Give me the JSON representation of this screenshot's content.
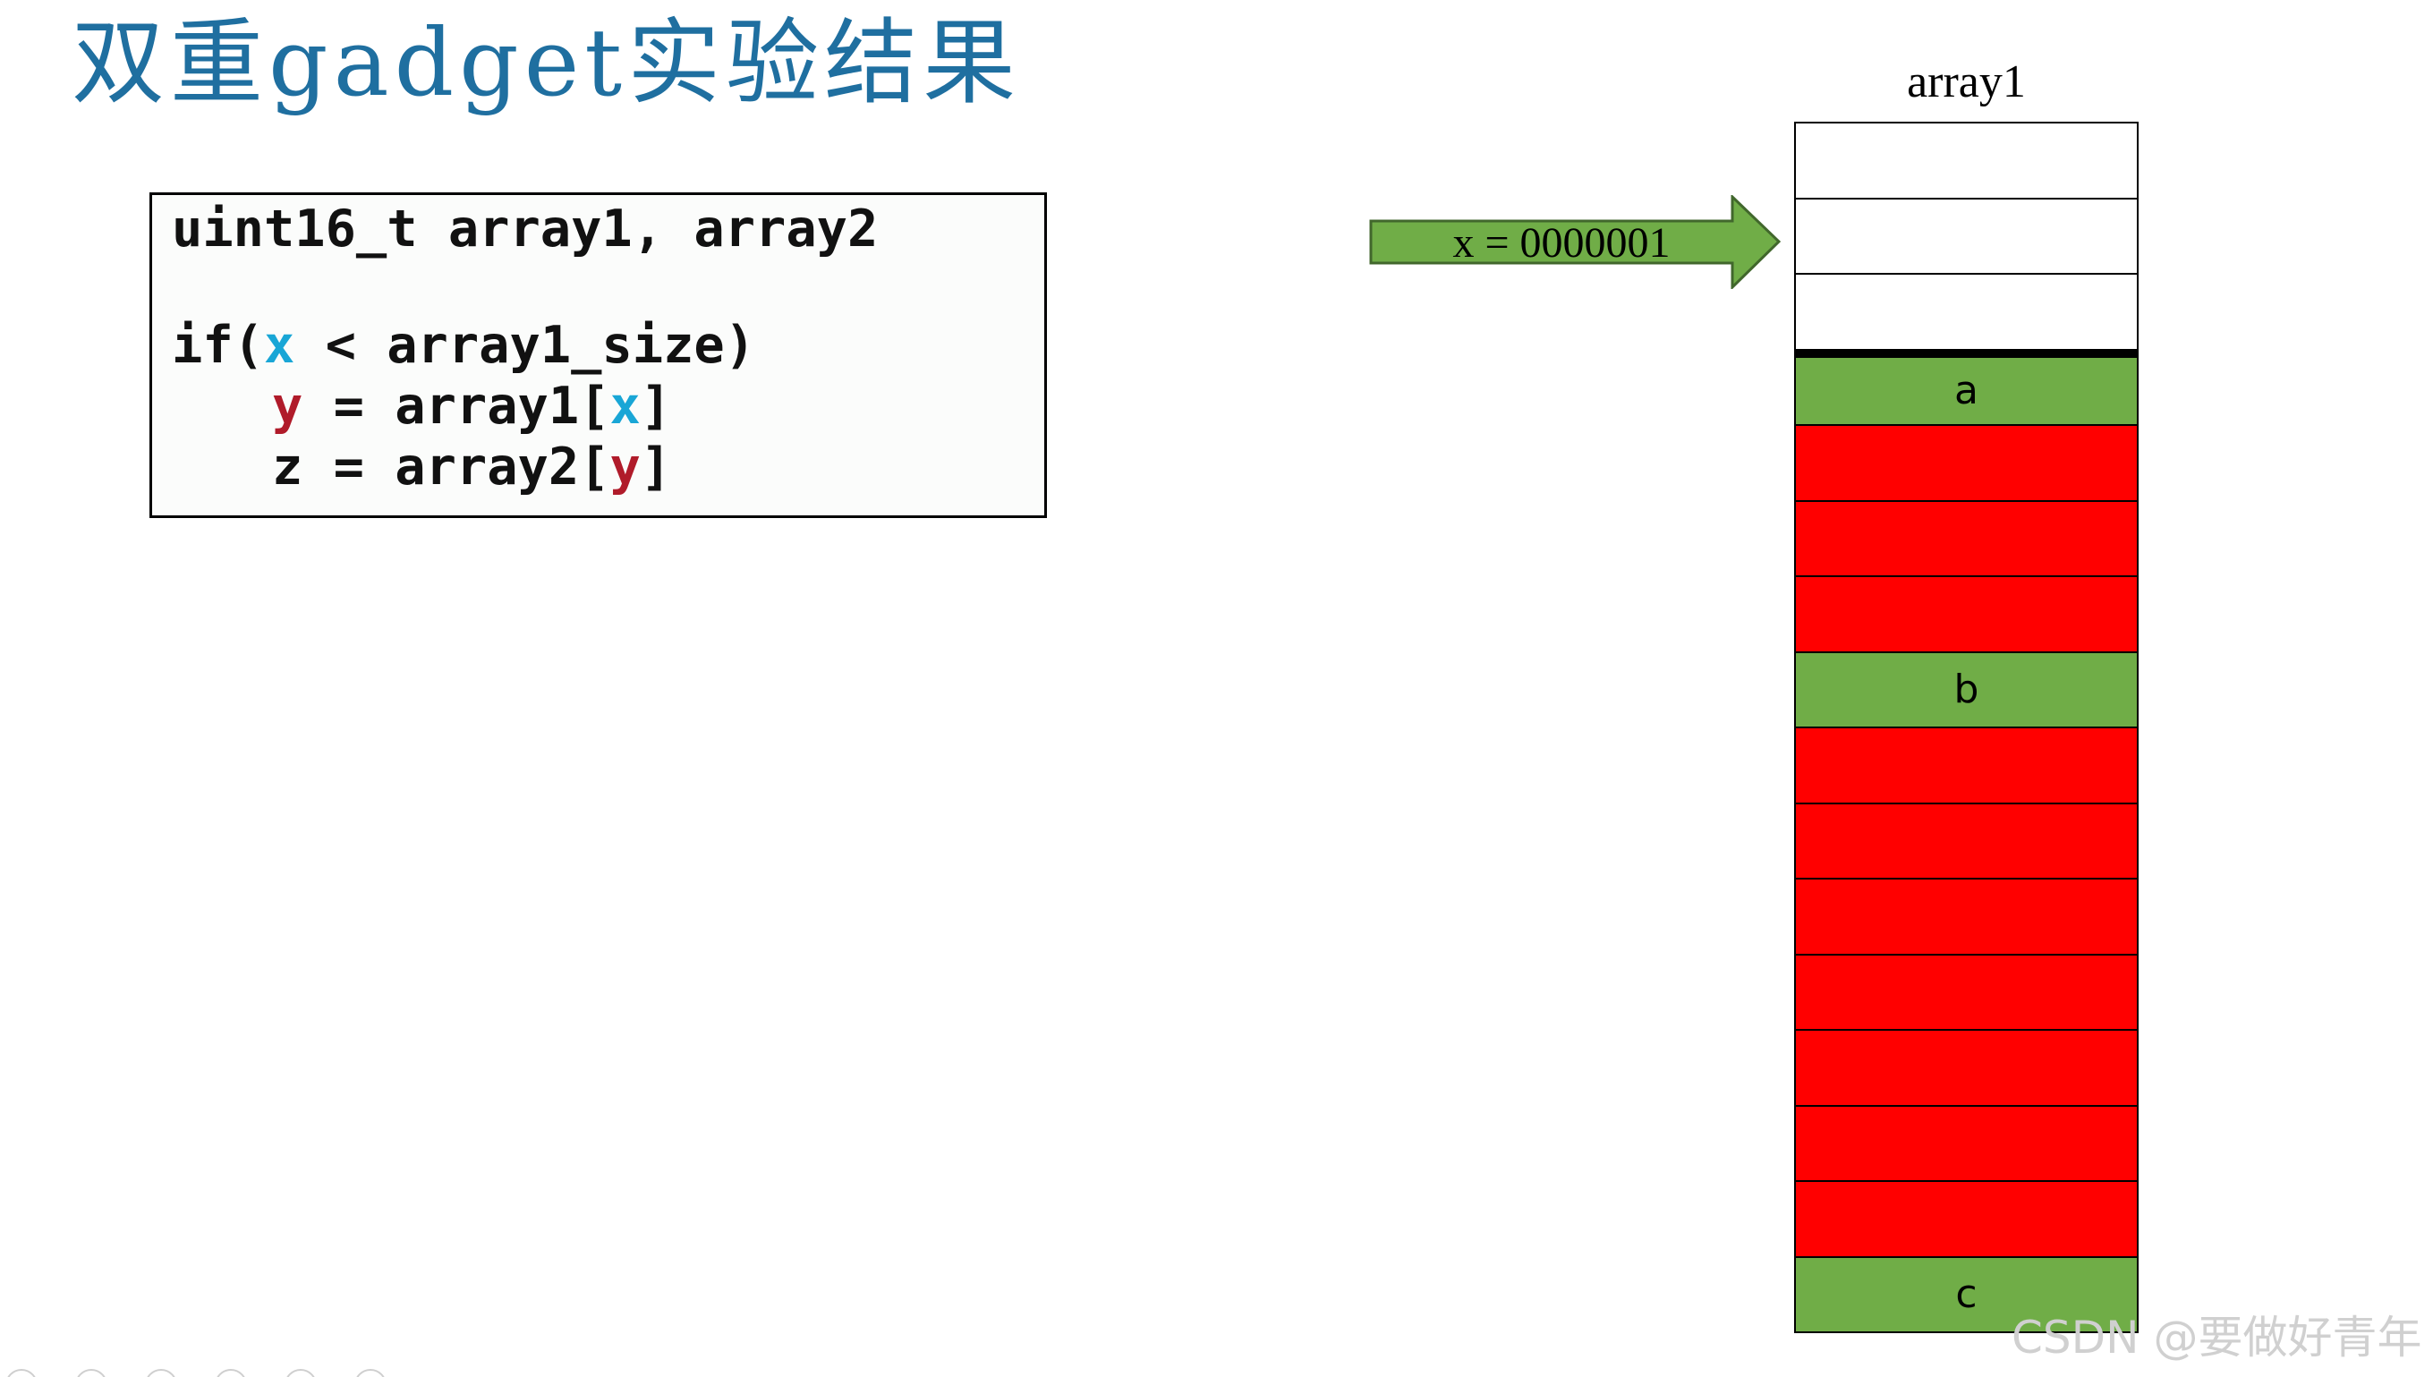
{
  "title": "双重gadget实验结果",
  "code": {
    "line1": "uint16_t array1, array2",
    "line2": {
      "prefix": "if(",
      "var": "x",
      "suffix": " < array1_size)"
    },
    "line3": {
      "var1": "y",
      "mid": " = array1[",
      "var2": "x",
      "end": "]"
    },
    "line4": {
      "prefix": "z = array2[",
      "var": "y",
      "end": "]"
    }
  },
  "pointer": {
    "label": "x = 0000001",
    "color": "#70ad47"
  },
  "array": {
    "title": "array1",
    "cells": [
      {
        "label": "",
        "state": "empty"
      },
      {
        "label": "",
        "state": "empty"
      },
      {
        "label": "",
        "state": "empty"
      },
      {
        "label": "a",
        "state": "green"
      },
      {
        "label": "",
        "state": "red"
      },
      {
        "label": "",
        "state": "red"
      },
      {
        "label": "",
        "state": "red"
      },
      {
        "label": "b",
        "state": "green"
      },
      {
        "label": "",
        "state": "red"
      },
      {
        "label": "",
        "state": "red"
      },
      {
        "label": "",
        "state": "red"
      },
      {
        "label": "",
        "state": "red"
      },
      {
        "label": "",
        "state": "red"
      },
      {
        "label": "",
        "state": "red"
      },
      {
        "label": "",
        "state": "red"
      },
      {
        "label": "c",
        "state": "green"
      }
    ]
  },
  "colors": {
    "title": "#1f6fa0",
    "green": "#70ad47",
    "red": "#ff0000",
    "var_x": "#19a6d6",
    "var_y": "#b01b2a"
  },
  "watermark": "CSDN @要做好青年"
}
